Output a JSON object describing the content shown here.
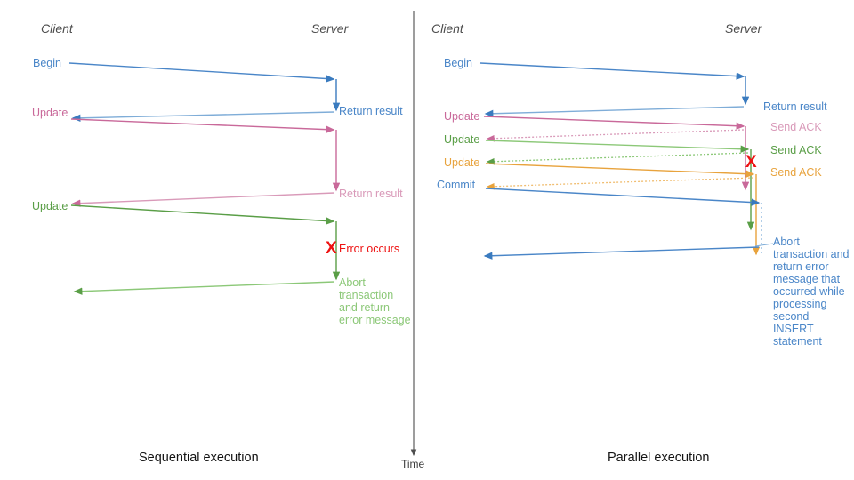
{
  "palette": {
    "blue": "#4a86c8",
    "blue_dark": "#3a7bbf",
    "blue_light": "#7fadd8",
    "pink": "#c9699a",
    "pink_light": "#d99ab9",
    "green": "#5a9e47",
    "green_light": "#8cc878",
    "orange": "#e8a33d",
    "orange_light": "#f0bd70",
    "red": "#ee1111",
    "axis": "#4d4d4d",
    "divider": "#4d4d4d",
    "caption": "#141414"
  },
  "time_axis": {
    "label": "Time"
  },
  "left_panel": {
    "caption": "Sequential execution",
    "headers": {
      "client": "Client",
      "server": "Server"
    },
    "messages": [
      {
        "name": "begin",
        "label": "Begin",
        "color_key": "blue",
        "dir": "to-server"
      },
      {
        "name": "return-result-1",
        "label": "Return result",
        "color_key": "blue",
        "dir": "to-client"
      },
      {
        "name": "update-1",
        "label": "Update",
        "color_key": "pink",
        "dir": "to-server"
      },
      {
        "name": "return-result-2",
        "label": "Return result",
        "color_key": "pink",
        "dir": "to-client"
      },
      {
        "name": "update-2",
        "label": "Update",
        "color_key": "green",
        "dir": "to-server"
      },
      {
        "name": "abort",
        "label": "Abort transaction and return error message",
        "color_key": "green",
        "dir": "to-client"
      }
    ],
    "error_marker": {
      "glyph": "X",
      "label": "Error occurs",
      "color_key": "red"
    }
  },
  "right_panel": {
    "caption": "Parallel execution",
    "headers": {
      "client": "Client",
      "server": "Server"
    },
    "messages": [
      {
        "name": "begin",
        "label": "Begin",
        "color_key": "blue",
        "dir": "to-server"
      },
      {
        "name": "return-result",
        "label": "Return result",
        "color_key": "blue",
        "dir": "to-client"
      },
      {
        "name": "update-1",
        "label": "Update",
        "color_key": "pink",
        "dir": "to-server"
      },
      {
        "name": "send-ack-1",
        "label": "Send ACK",
        "color_key": "pink",
        "dir": "to-client",
        "style": "dotted"
      },
      {
        "name": "update-2",
        "label": "Update",
        "color_key": "green",
        "dir": "to-server"
      },
      {
        "name": "send-ack-2",
        "label": "Send ACK",
        "color_key": "green",
        "dir": "to-client",
        "style": "dotted"
      },
      {
        "name": "update-3",
        "label": "Update",
        "color_key": "orange",
        "dir": "to-server"
      },
      {
        "name": "send-ack-3",
        "label": "Send ACK",
        "color_key": "orange",
        "dir": "to-client",
        "style": "dotted"
      },
      {
        "name": "commit",
        "label": "Commit",
        "color_key": "blue",
        "dir": "to-server"
      },
      {
        "name": "abort",
        "label": "Abort transaction and return error message that occurred while processing second INSERT statement",
        "color_key": "blue",
        "dir": "to-client"
      }
    ],
    "error_marker": {
      "glyph": "X",
      "label": "",
      "color_key": "red"
    }
  }
}
